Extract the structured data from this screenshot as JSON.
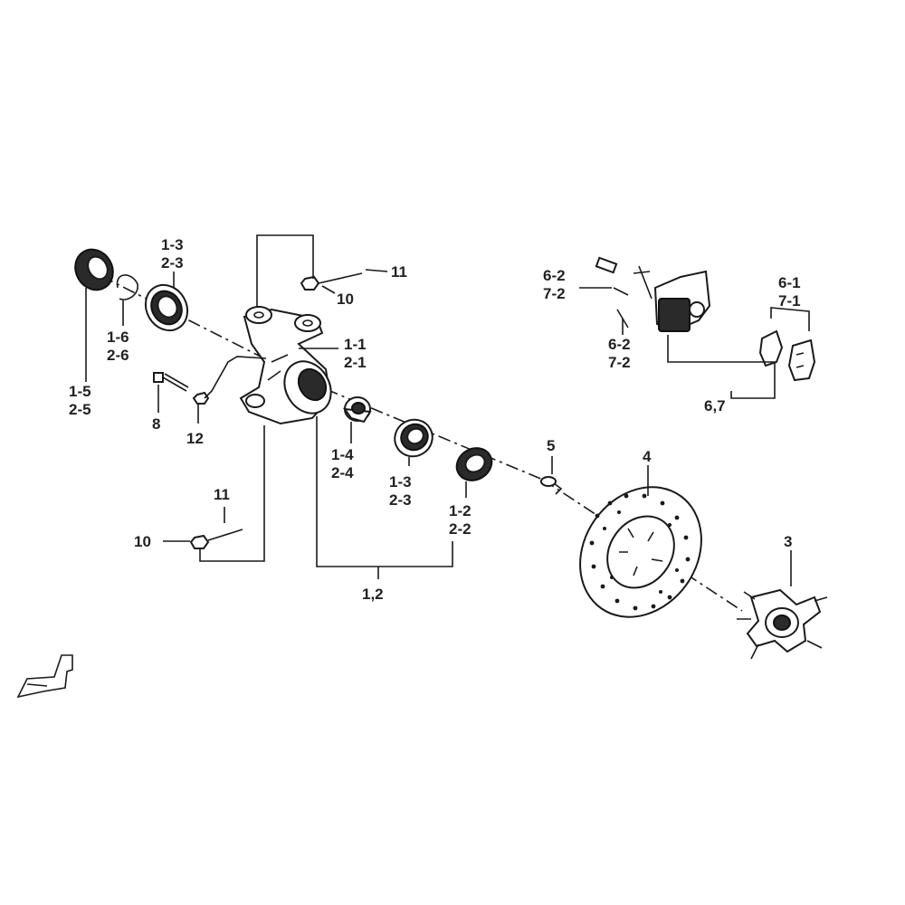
{
  "diagram": {
    "labels": {
      "p1_5": "1-5",
      "p2_5": "2-5",
      "p1_6": "1-6",
      "p2_6": "2-6",
      "p1_3a": "1-3",
      "p2_3a": "2-3",
      "p11a": "11",
      "p10a": "10",
      "p1_1": "1-1",
      "p2_1": "2-1",
      "p8": "8",
      "p12": "12",
      "p1_4": "1-4",
      "p2_4": "2-4",
      "p1_3b": "1-3",
      "p2_3b": "2-3",
      "p1_2": "1-2",
      "p2_2": "2-2",
      "p11b": "11",
      "p10b": "10",
      "p1_2_group": "1,2",
      "p5": "5",
      "p4": "4",
      "p3": "3",
      "p6_2a": "6-2",
      "p7_2a": "7-2",
      "p6_2b": "6-2",
      "p7_2b": "7-2",
      "p6_1": "6-1",
      "p7_1": "7-1",
      "p6_7_group": "6,7"
    }
  }
}
